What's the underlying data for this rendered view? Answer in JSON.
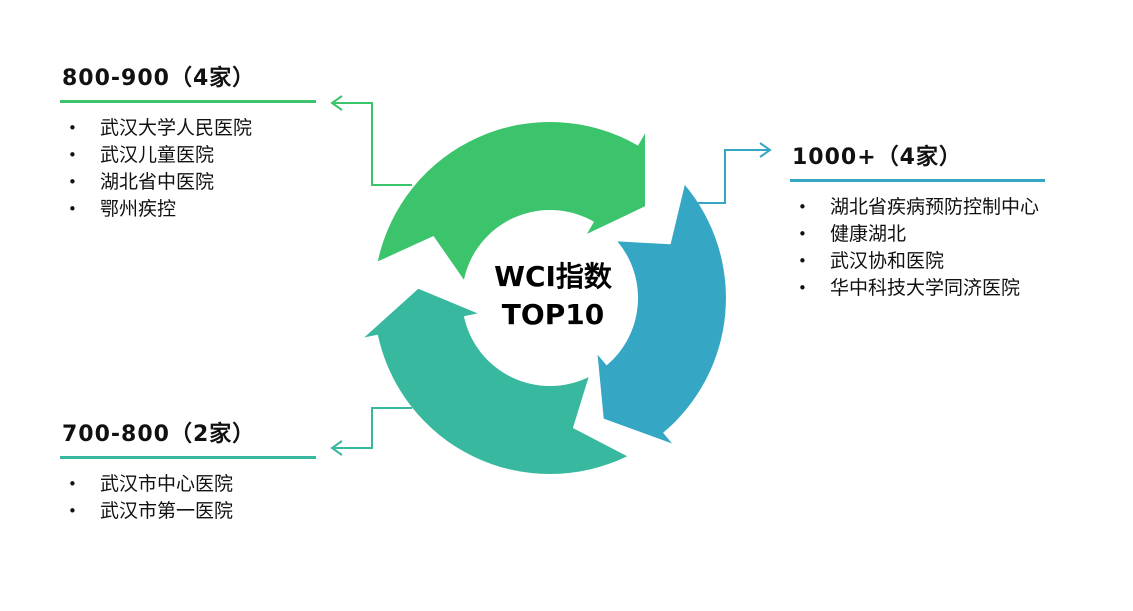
{
  "colors": {
    "green": "#3bc46b",
    "blue": "#35a7c4",
    "teal": "#38b89e"
  },
  "center": {
    "line1": "WCI指数",
    "line2": "TOP10"
  },
  "groups": [
    {
      "title": "800-900（4家）",
      "items": [
        "武汉大学人民医院",
        "武汉儿童医院",
        "湖北省中医院",
        "鄂州疾控"
      ]
    },
    {
      "title": "1000+（4家）",
      "items": [
        "湖北省疾病预防控制中心",
        "健康湖北",
        "武汉协和医院",
        "华中科技大学同济医院"
      ]
    },
    {
      "title": "700-800（2家）",
      "items": [
        "武汉市中心医院",
        "武汉市第一医院"
      ]
    }
  ]
}
